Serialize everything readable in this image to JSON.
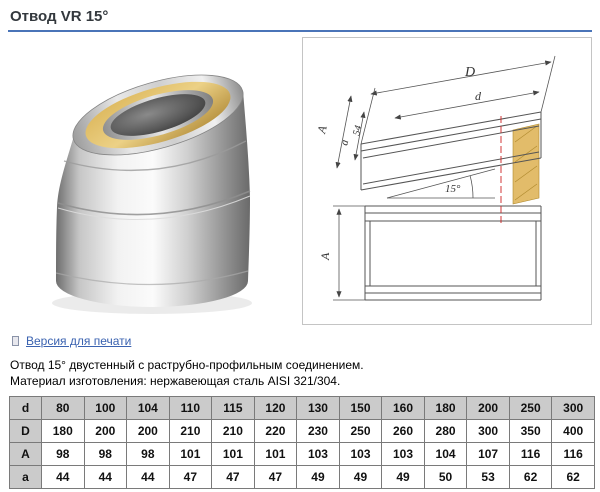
{
  "header": {
    "title": "Отвод VR 15°"
  },
  "actions": {
    "print_link": "Версия для печати"
  },
  "description": {
    "line1": "Отвод 15° двустенный с раструбно-профильным соединением.",
    "line2": "Материал изготовления: нержавеющая сталь AISI 321/304."
  },
  "diagram": {
    "labels": {
      "dim_D": "D",
      "dim_d": "d",
      "dim_A_upper": "A",
      "dim_a": "a",
      "dim_54": "54",
      "angle": "15°",
      "dim_A_lower": "A"
    }
  },
  "colors": {
    "accent_rule": "#4a74b8",
    "link": "#3a62b0",
    "table_header_bg": "#cbcbcb",
    "insulation_yellow": "#e2bc6a",
    "centerline_red": "#cc2222"
  },
  "table": {
    "rows": [
      [
        "d",
        "80",
        "100",
        "104",
        "110",
        "115",
        "120",
        "130",
        "150",
        "160",
        "180",
        "200",
        "250",
        "300"
      ],
      [
        "D",
        "180",
        "200",
        "200",
        "210",
        "210",
        "220",
        "230",
        "250",
        "260",
        "280",
        "300",
        "350",
        "400"
      ],
      [
        "A",
        "98",
        "98",
        "98",
        "101",
        "101",
        "101",
        "103",
        "103",
        "103",
        "104",
        "107",
        "116",
        "116"
      ],
      [
        "a",
        "44",
        "44",
        "44",
        "47",
        "47",
        "47",
        "49",
        "49",
        "49",
        "50",
        "53",
        "62",
        "62"
      ]
    ]
  }
}
